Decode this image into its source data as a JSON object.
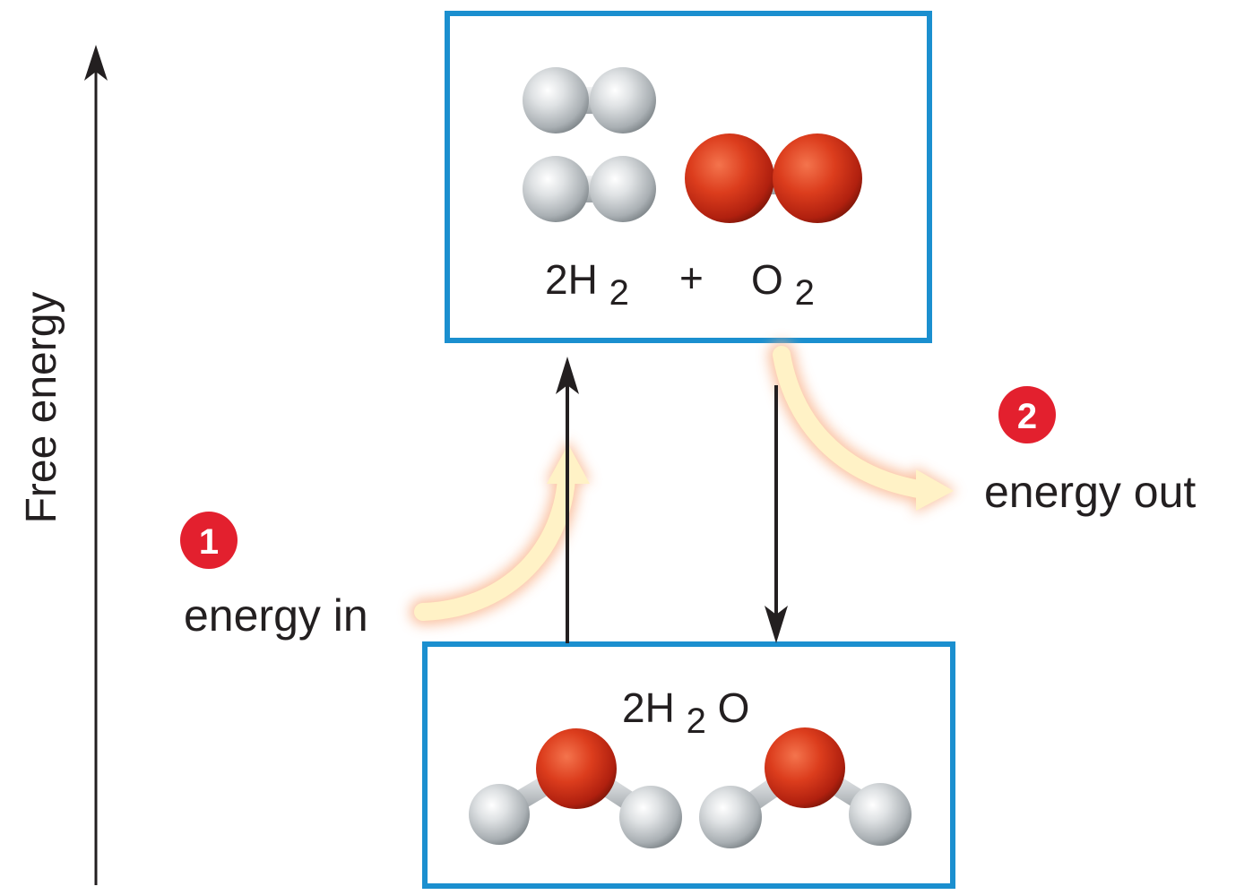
{
  "axis_label": "Free energy",
  "reactants": {
    "coefficient_h2": "2H",
    "subscript_h2": "2",
    "plus": "+",
    "o2": "O",
    "subscript_o2": "2"
  },
  "product": {
    "prefix": "2H",
    "subscript": "2",
    "suffix": "O"
  },
  "step1": {
    "number": "1",
    "label": "energy in"
  },
  "step2": {
    "number": "2",
    "label": "energy out"
  },
  "colors": {
    "box_border": "#1b8fcf",
    "badge": "#e3202e",
    "oxygen": "#d63a1e",
    "hydrogen": "#c8cdd0",
    "energy_arrow": "#fff2c6",
    "energy_glow": "#f9b48c",
    "line": "#231f20"
  }
}
